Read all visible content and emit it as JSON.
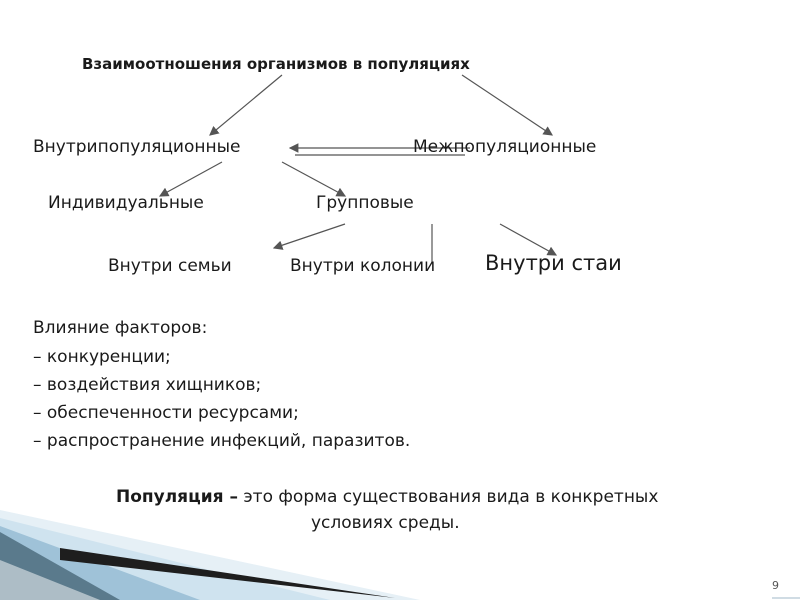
{
  "title": "Взаимоотношения организмов в популяциях",
  "nodes": {
    "intra": "Внутрипопуляционные",
    "inter": "Межпопуляционные",
    "individual": "Индивидуальные",
    "group": "Групповые",
    "family": "Внутри семьи",
    "colony": "Внутри колонии",
    "flock": "Внутри стаи"
  },
  "factors": {
    "heading": "Влияние  факторов:",
    "items": [
      "– конкуренции;",
      "– воздействия хищников;",
      "– обеспеченности ресурсами;",
      "– распространение инфекций, паразитов."
    ]
  },
  "definition": {
    "term": "Популяция –",
    "text_line1": " это форма существования вида в конкретных",
    "text_line2": "условиях среды."
  },
  "page_number": "9",
  "colors": {
    "arrow": "#555555",
    "accent_dark": "#1e1e1e",
    "accent_light": "#cfe3ef"
  }
}
